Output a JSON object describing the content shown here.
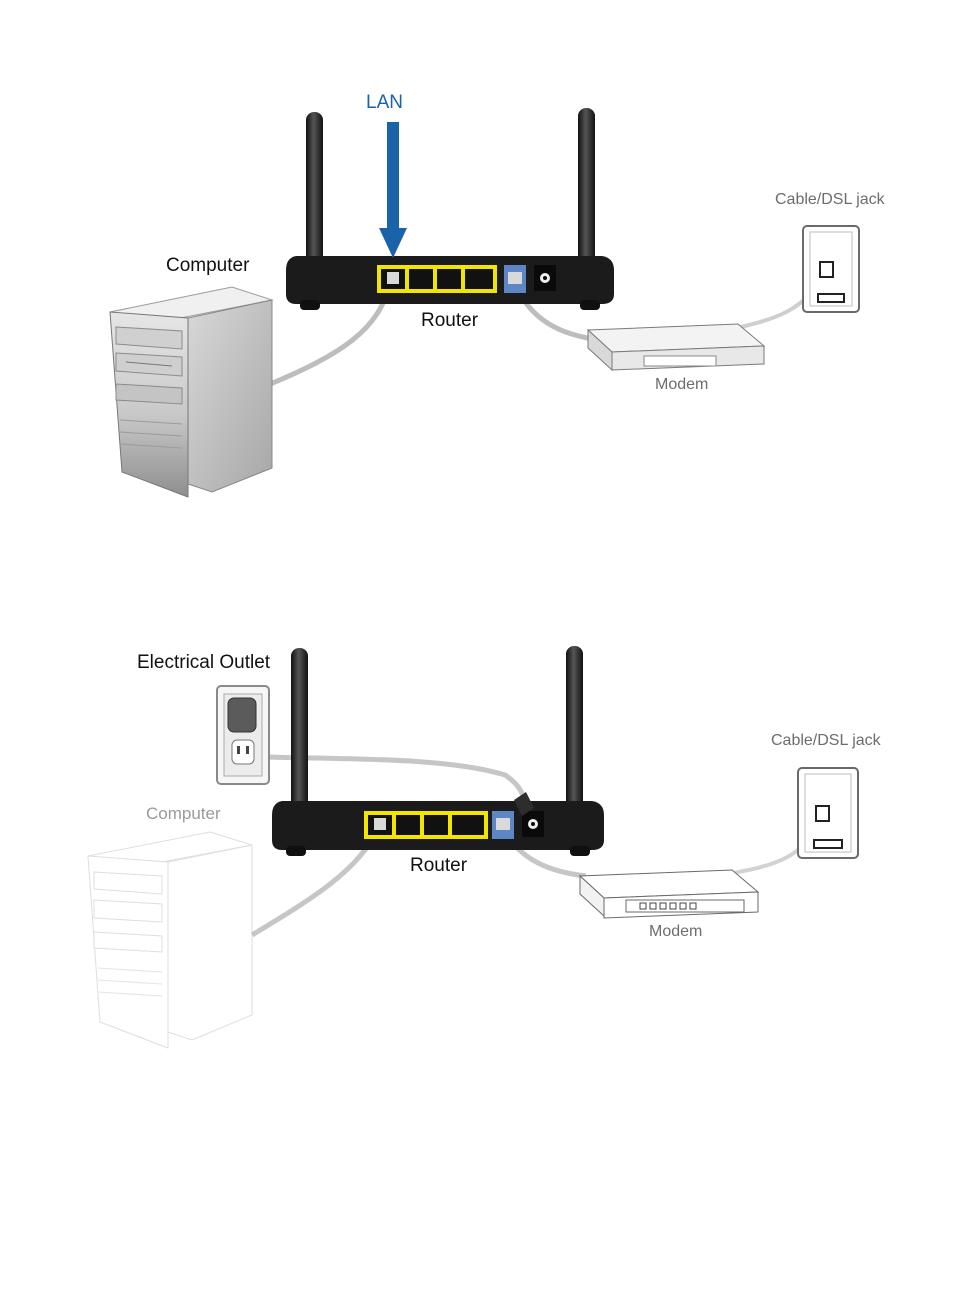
{
  "colors": {
    "lan_arrow": "#1a63a8",
    "lan_ports": "#f2e600",
    "wan_port": "#5f86c4",
    "router_body": "#1b1b1b",
    "cable": "#bfbfbf"
  },
  "diagram1": {
    "lan_label": "LAN",
    "computer_label": "Computer",
    "router_label": "Router",
    "jack_label": "Cable/DSL jack",
    "modem_label": "Modem"
  },
  "diagram2": {
    "outlet_label": "Electrical Outlet",
    "computer_label": "Computer",
    "router_label": "Router",
    "jack_label": "Cable/DSL jack",
    "modem_label": "Modem"
  }
}
